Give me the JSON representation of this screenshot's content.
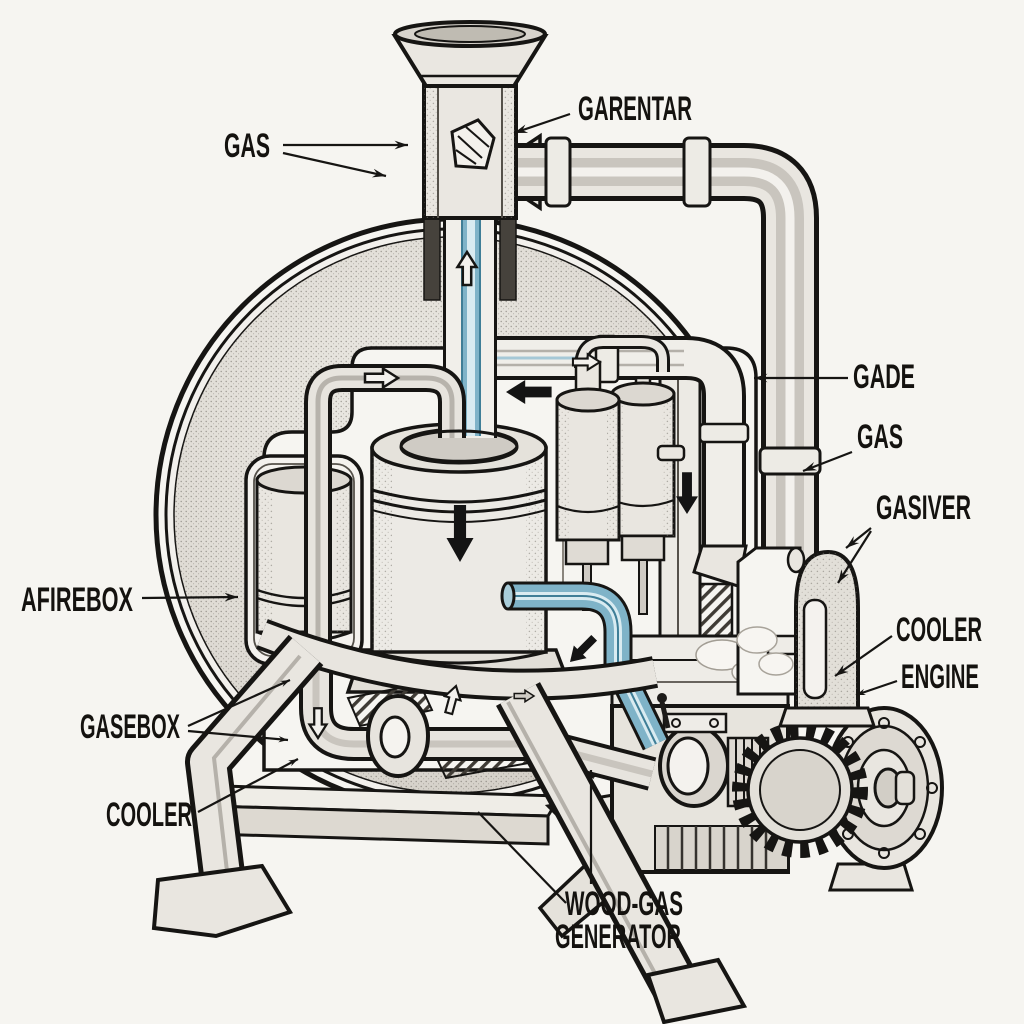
{
  "diagram": {
    "type": "technical-cutaway-illustration",
    "subject": "wood-gas generator with engine, cross-section line art",
    "labels": {
      "gas_top": {
        "text": "GAS"
      },
      "garentar": {
        "text": "GARENTAR"
      },
      "gade": {
        "text": "GADE"
      },
      "gas_right": {
        "text": "GAS"
      },
      "gasiver": {
        "text": "GASIVER"
      },
      "cooler_right": {
        "text": "COOLER"
      },
      "engine": {
        "text": "ENGINE"
      },
      "afirebox": {
        "text": "AFIREBOX"
      },
      "gasebox": {
        "text": "GASEBOX"
      },
      "cooler_left": {
        "text": "COOLER"
      },
      "caption_line1": {
        "text": "WOOD-GAS"
      },
      "caption_line2": {
        "text": "GENERATOR"
      }
    },
    "icons": [
      "flow-arrow-down-firebox",
      "flow-arrow-left",
      "flow-arrow-down-right",
      "flow-arrow-down-left",
      "flow-arrow-up-feed-tube",
      "flow-arrow-right-pipe",
      "flow-arrow-right-gade-pipe",
      "flow-arrow-down-left-pipe",
      "flow-arrow-up-grate",
      "flow-arrow-right-small"
    ],
    "colors": {
      "paper": "#f6f5f1",
      "ink": "#161513",
      "component_fill": "#e9e6e0",
      "shade_gray": "#cfcbc4",
      "pipe_blue": "#7fb3c8",
      "pipe_blue_dark": "#3f7e97",
      "pipe_blue_light": "#d9ebf1"
    }
  }
}
